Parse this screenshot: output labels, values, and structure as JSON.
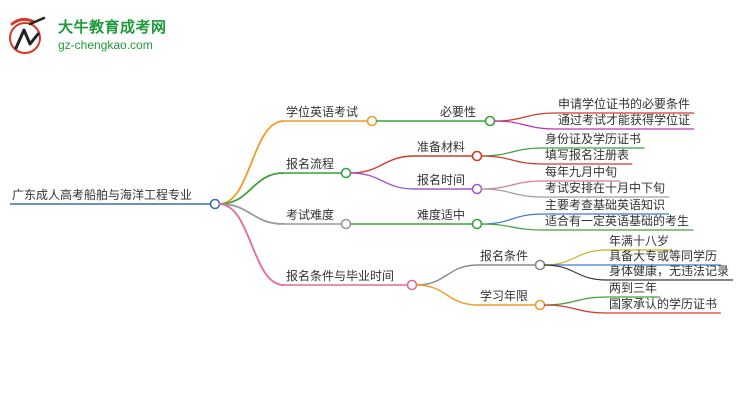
{
  "brand": {
    "title": "大牛教育成考网",
    "url": "gz-chengkao.com",
    "colors": {
      "primary": "#1f9a3a",
      "accent": "#d23a2a"
    }
  },
  "mindmap": {
    "root": "广东成人高考船舶与海洋工程专业",
    "branches": [
      {
        "label": "学位英语考试",
        "color": "#f39a2a",
        "children": [
          {
            "label": "必要性",
            "color": "#3aa13a",
            "children": [
              {
                "label": "申请学位证书的必要条件",
                "color": "#d23a2a"
              },
              {
                "label": "通过考试才能获得学位证",
                "color": "#b23ab0"
              }
            ]
          }
        ]
      },
      {
        "label": "报名流程",
        "color": "#3aa13a",
        "children": [
          {
            "label": "准备材料",
            "color": "#d23a2a",
            "children": [
              {
                "label": "身份证及学历证书",
                "color": "#3aa13a"
              },
              {
                "label": "填写报名注册表",
                "color": "#d23a2a"
              }
            ]
          },
          {
            "label": "报名时间",
            "color": "#a05ac8",
            "children": [
              {
                "label": "每年九月中旬",
                "color": "#d27a9a"
              },
              {
                "label": "考试安排在十月中下旬",
                "color": "#a0a0a0"
              }
            ]
          }
        ]
      },
      {
        "label": "考试难度",
        "color": "#9a9a9a",
        "children": [
          {
            "label": "难度适中",
            "color": "#3aa13a",
            "children": [
              {
                "label": "主要考查基础英语知识",
                "color": "#3a7ad2"
              },
              {
                "label": "适合有一定英语基础的考生",
                "color": "#3aa13a"
              }
            ]
          }
        ]
      },
      {
        "label": "报名条件与毕业时间",
        "color": "#e06a9a",
        "children": [
          {
            "label": "报名条件",
            "color": "#8a8a8a",
            "children": [
              {
                "label": "年满十八岁",
                "color": "#c8b020"
              },
              {
                "label": "具备大专或等同学历",
                "color": "#3a7ad2"
              },
              {
                "label": "身体健康，无违法记录",
                "color": "#3a3a3a"
              }
            ]
          },
          {
            "label": "学习年限",
            "color": "#f39a2a",
            "children": [
              {
                "label": "两到三年",
                "color": "#3aa13a"
              },
              {
                "label": "国家承认的学历证书",
                "color": "#d23a2a"
              }
            ]
          }
        ]
      }
    ]
  }
}
